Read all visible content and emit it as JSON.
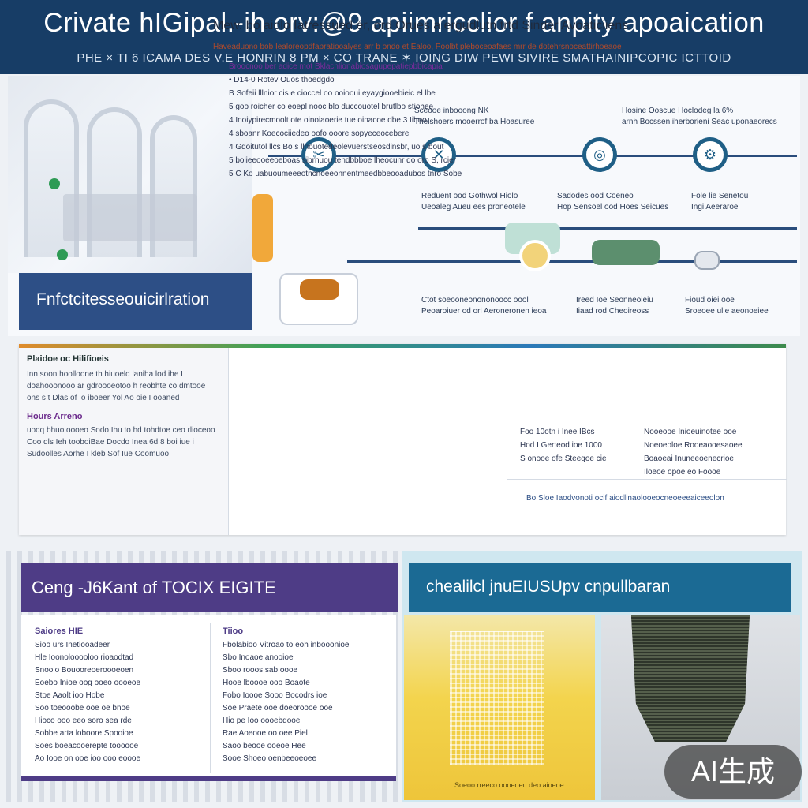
{
  "header": {
    "title": "Crivate hIGipal.-ih orv:@9 apiimricclior f anpity apoaication",
    "subtitle": "PHE × TI 6 ICAMA DES V.E HONRIN 8 PM × CO TRANE ✶ IOING DIW  PEWI SIVIRE SMATHAINIPCOPIC ICTTOID"
  },
  "hero": {
    "banner": "Fnfctcitesseouicirlration",
    "captions": [
      [
        "Sceooe inbooong NK",
        "Thelshoers mooerrof ba Hoasuree"
      ],
      [
        "Hosine Ooscue Hoclodeg la 6%",
        "arnh Bocssen iherborieni Seac uponaeorecs"
      ]
    ],
    "items": [
      [
        "Reduent ood Gothwol Hiolo",
        "Ueoaleg Aueu ees proneotele"
      ],
      [
        "Sadodes ood Coeneo",
        "Hop Sensoel ood Hoes Seicues"
      ],
      [
        "Fole lie Senetou",
        "Ingi Aeeraroe"
      ],
      [
        "Ctot soeooneonononoocc oool",
        "Peoaroiuer od orl Aeroneronen ieoa"
      ],
      [
        "Ireed Ioe Seonneoieiu",
        "Iiaad rod Cheoireoss"
      ],
      [
        "Fioud oiei ooe",
        "Sroeoee ulie aeonoeiee"
      ]
    ]
  },
  "middle": {
    "left_heading": "Plaidoe oc Hilifioeis",
    "left_sub": "Hours Arreno",
    "left_para1": "Inn soon hoolloone th hiuoeld laniha lod ihe I doahooonooo ar gdroooeotoo h reobhte co dmtooe ons s t Dlas of Io iboeer Yol Ao oie I ooaned",
    "left_para2": "uodq bhuo oooeo Sodo Ihu to hd tohdtoe ceo rlioceoo Coo dls Ieh tooboiBae Docdo Inea 6d 8 boi iue i Sudoolles Aorhe I kleb Sof Iue Coomuoo",
    "title": "Mew. bo aiolo ⅼatressued ér, ord Orues a ergudlutn trtd Sinder Avoaticiiens.",
    "lead": "Haveaduono bob Iealoreopdfapratiooalyes arr b ondo et Ealoo, Poolbt pleboceoafaes mrr de dotehrsnoceattirhoeaoe",
    "list": [
      "Broocnoo ber adice mot Bklachlionabiosagupepatiepbbicapia",
      "• D14-0 Rotev Ouos thoedgdo",
      "B Sofeii lllnior cis e cioccel oo ooiooui eyaygiooebieic el lbe",
      "5 goo roicher co eoepl nooc blo duccouotel brutlbo stiohee",
      "4 Inoiypirecmoolt ote oinoiaoerie tue oinacoe dbe 3 Iibno",
      "4 sboanr Koecociiedeo oofo ooore sopyeceocebere",
      "4 Gdoitutol llcs Bo s llnouotedeolevuerstseosdinsbr, uo s bout",
      "5 bolieeooeeoeboas sibrnuou tendbbboe lheocunr do oro S, rcier",
      "5 C Ko uabuoumeeeotncnoeeonnentmeedbbeooadubos tnro Sobe"
    ],
    "box_left": [
      "Foo 10otn i Inee IBcs",
      "Hod I Gerteod ioe 1000",
      "S onooe ofe Steegoe cie"
    ],
    "box_right": [
      "Nooeooe Inioeuinotee ooe",
      "Noeoeoloe Rooeaooesaoee",
      "Boaoeai Inuneeoenecrioe",
      "Iloeoe opoe eo Foooe"
    ],
    "note": "Bo Sloe Iaodvonoti ocif aiodlinaolooeocneoeeeaiceeolon"
  },
  "bottom_left": {
    "heading": "Ceng  -J6Kant  of  TOCIX EIGITE",
    "col1_title": "Saiores HIE",
    "col1_items": [
      "Sioo urs Inetiooadeer",
      "Hle Ioonolooooloo rioaodtad",
      "Snoolo Bouooreoeroooeoen",
      "Eoebo Inioe oog ooeo oooeoe",
      "Stoe Aaolt ioo Hobe",
      "Soo toeooobe ooe oe bnoe",
      "Hioco ooo eeo soro sea rde",
      "Sobbe arta loboore Spooioe",
      "Soes boeacooerepte toooooe",
      "Ao Iooe on ooe ioo ooo eoooe"
    ],
    "col2_title": "Tiioo",
    "col2_items": [
      "Fbolabioo Vitroao to eoh inbooonioe",
      "Sbo Inoaoe anooioe",
      "Sboo rooos sab oooe",
      "Hooe lboooe ooo Boaote",
      "Fobo Ioooe Sooo Bocodrs ioe",
      "Soe Praete ooe doeoroooe ooe",
      "Hio pe Ioo oooebdooe",
      "Rae Aoeooe oo oee Piel",
      "Saoo beooe ooeoe Hee",
      "Sooe Shoeo oenbeeoeoee"
    ]
  },
  "bottom_right": {
    "heading": "chealilcl jnuEIUSUpv cnpullbaran",
    "caption": "Soeoo rreeco oooeoeu deo aioeoe"
  },
  "badge": "AI生成",
  "colors": {
    "header": "#173d66",
    "purple": "#4e3c86",
    "teal": "#1b6a94",
    "accent_orange": "#e08b2b"
  }
}
